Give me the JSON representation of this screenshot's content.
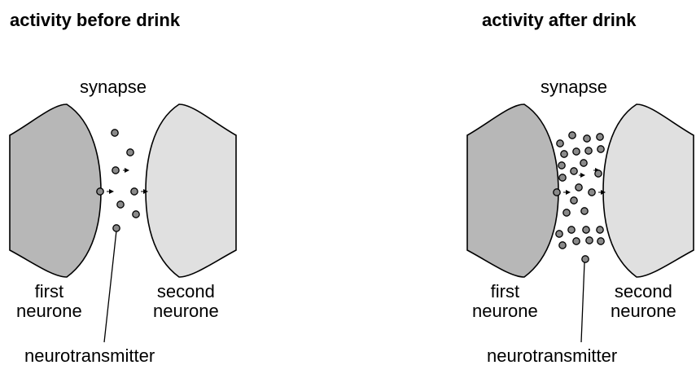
{
  "panels": [
    {
      "title": "activity before drink",
      "synapse": "synapse",
      "first": [
        "first",
        "neurone"
      ],
      "second": [
        "second",
        "neurone"
      ],
      "chemical": "neurotransmitter"
    },
    {
      "title": "activity after drink",
      "synapse": "synapse",
      "first": [
        "first",
        "neurone"
      ],
      "second": [
        "second",
        "neurone"
      ],
      "chemical": "neurotransmitter"
    }
  ],
  "colors": {
    "first_neurone": "#b7b7b7",
    "second_neurone": "#e0e0e0",
    "neurotransmitter": "#8a8a8a",
    "outline": "#000000"
  }
}
